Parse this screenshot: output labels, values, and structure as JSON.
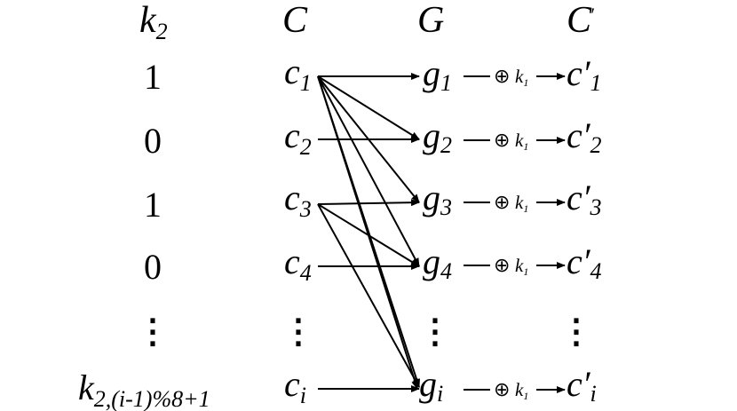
{
  "headers": {
    "k2_main": "k",
    "k2_sub": "2",
    "c": "C",
    "g": "G",
    "cp_main": "C",
    "cp_prime": "′"
  },
  "key_bits": [
    "1",
    "0",
    "1",
    "0"
  ],
  "c_rows": [
    {
      "main": "c",
      "sub": "1"
    },
    {
      "main": "c",
      "sub": "2"
    },
    {
      "main": "c",
      "sub": "3"
    },
    {
      "main": "c",
      "sub": "4"
    }
  ],
  "g_rows": [
    {
      "main": "g",
      "sub": "1"
    },
    {
      "main": "g",
      "sub": "2"
    },
    {
      "main": "g",
      "sub": "3"
    },
    {
      "main": "g",
      "sub": "4"
    }
  ],
  "cp_rows": [
    {
      "main": "c′",
      "sub": "1"
    },
    {
      "main": "c′",
      "sub": "2"
    },
    {
      "main": "c′",
      "sub": "3"
    },
    {
      "main": "c′",
      "sub": "4"
    }
  ],
  "last_row": {
    "key_main": "k",
    "key_sub": "2,(i-1)%8+1",
    "c_main": "c",
    "c_sub": "i",
    "g_main": "g",
    "g_sub": "i",
    "cp_main": "c′",
    "cp_sub": "i"
  },
  "ellipsis": "⋮",
  "xor": {
    "symbol": "⊕",
    "key_main": "k",
    "key_sub": "1"
  }
}
